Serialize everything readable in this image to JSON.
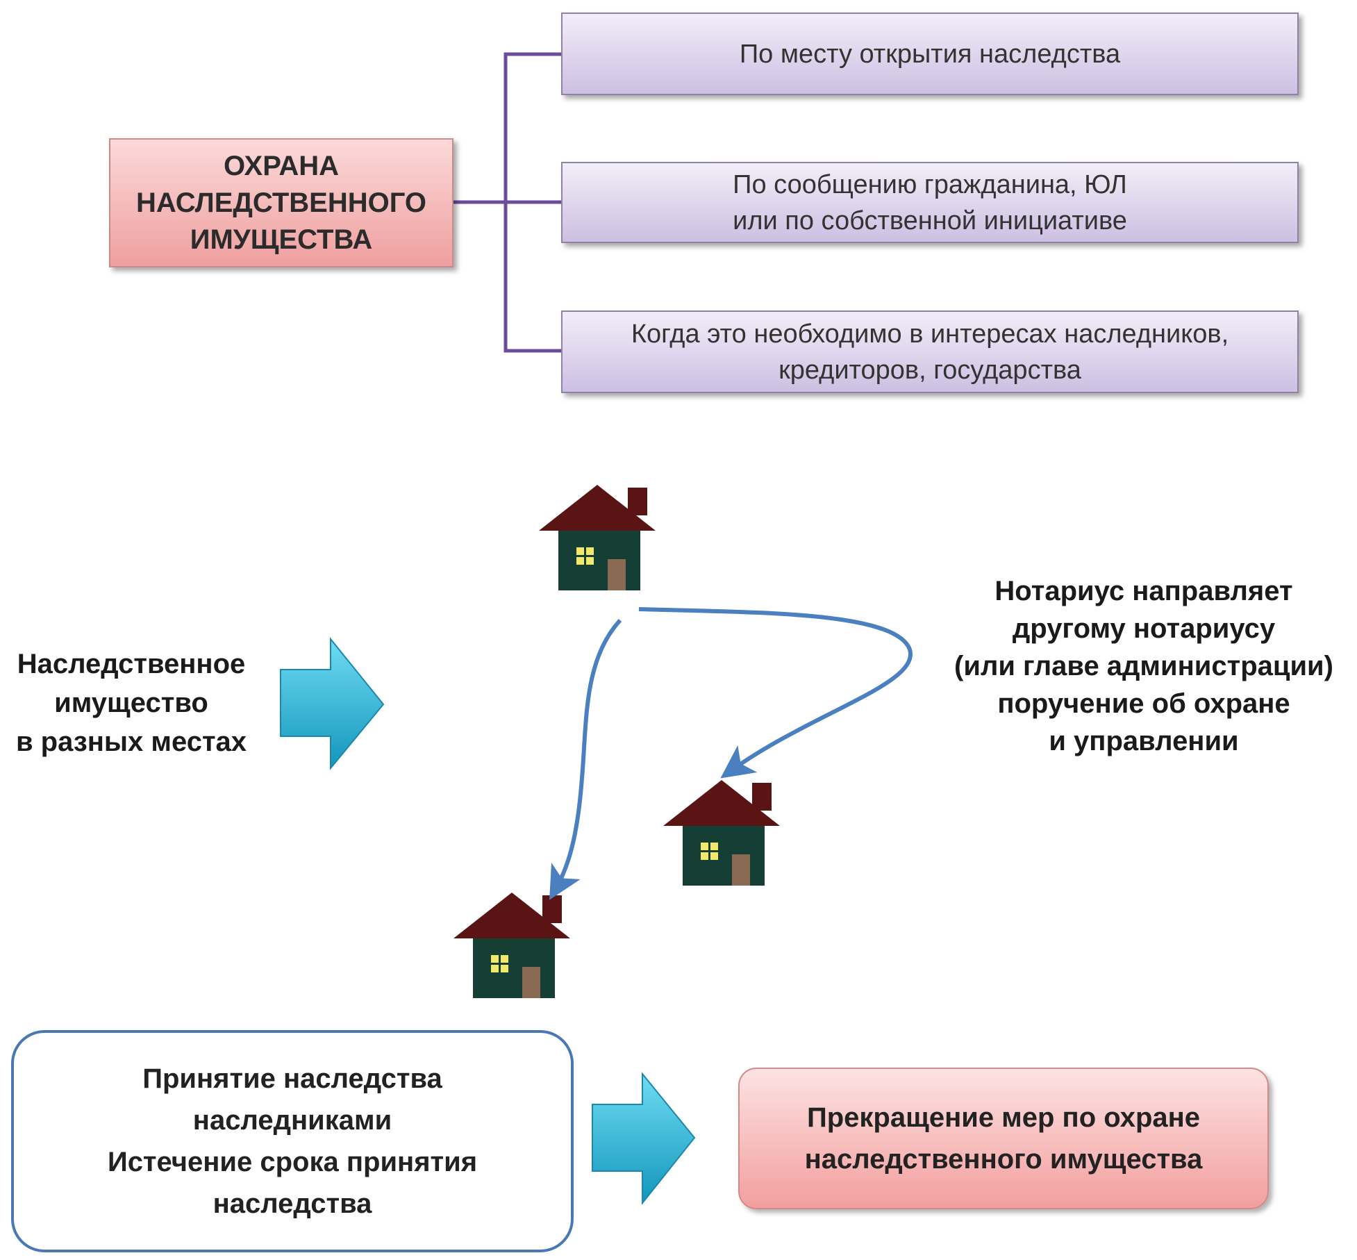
{
  "main": {
    "title": "ОХРАНА\nНАСЛЕДСТВЕННОГО\nИМУЩЕСТВА"
  },
  "branches": [
    {
      "text": "По месту открытия наследства"
    },
    {
      "text": "По сообщению гражданина, ЮЛ\nили по собственной инициативе"
    },
    {
      "text": "Когда это необходимо в интересах наследников,\nкредиторов, государства"
    }
  ],
  "left_text": "Наследственное\nимущество\nв разных местах",
  "right_text": "Нотариус направляет\nдругому нотариусу\n(или главе администрации)\nпоручение об охране\nи управлении",
  "accept": {
    "line1": "Принятие наследства\nнаследниками",
    "line2": "Истечение срока принятия\nнаследства"
  },
  "stop": {
    "text": "Прекращение мер по охране\nнаследственного имущества"
  },
  "icons": [
    "house-icon",
    "house-icon",
    "house-icon",
    "arrow-right-icon",
    "arrow-right-icon"
  ],
  "colors": {
    "connector": "#6a4c9c",
    "flow_arrow": "#4a7fc0",
    "cyan_arrow": "#2fb6d6",
    "house_roof": "#5a1414",
    "house_body": "#153f34",
    "house_window": "#f2e86a",
    "house_door": "#8a6a52"
  }
}
